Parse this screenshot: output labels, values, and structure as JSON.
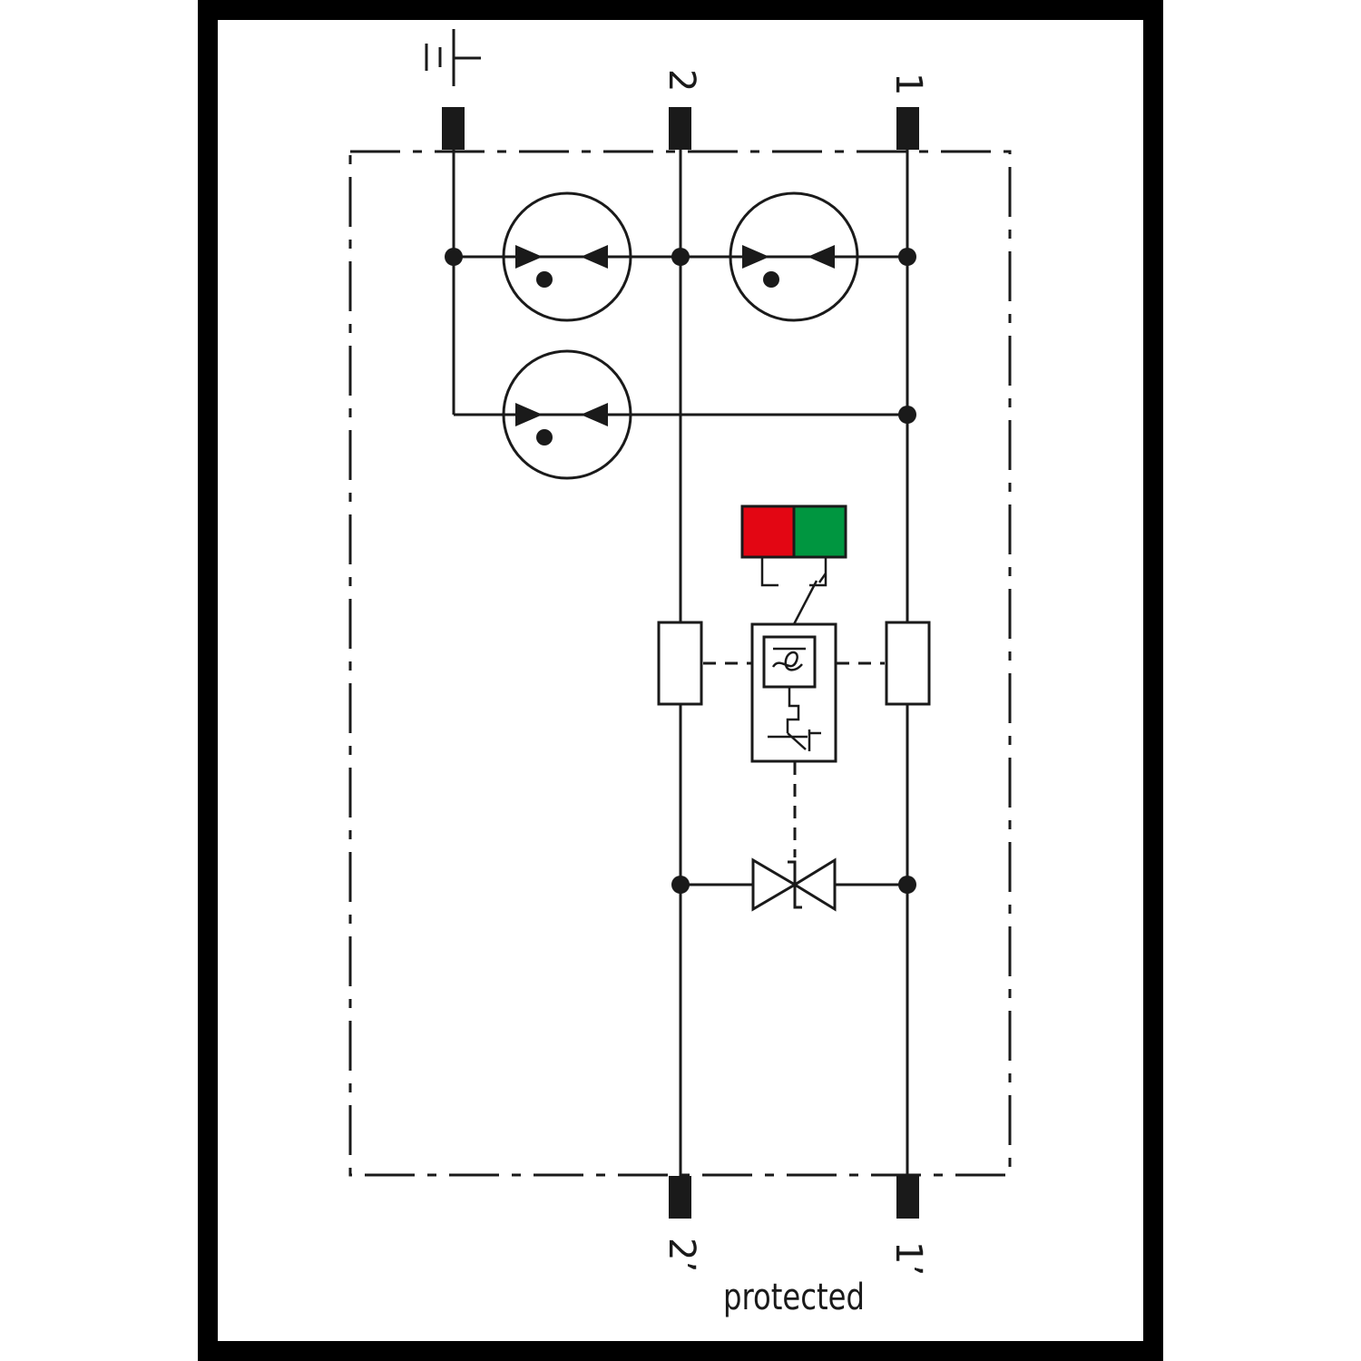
{
  "terminals": {
    "top_1": "1",
    "top_2": "2",
    "bottom_1": "1’",
    "bottom_2": "2’"
  },
  "caption": "protected",
  "colors": {
    "frame": "#000000",
    "line": "#1a1a1a",
    "indicator_fault": "#e30613",
    "indicator_ok": "#009640"
  },
  "icons": {
    "earth": "ground-icon",
    "gas_discharge_tube": "gas-discharge-tube-icon",
    "resistor": "resistor-icon",
    "thermal_disconnector": "thermal-disconnector-icon",
    "tvs_diode": "tvs-diode-icon"
  }
}
